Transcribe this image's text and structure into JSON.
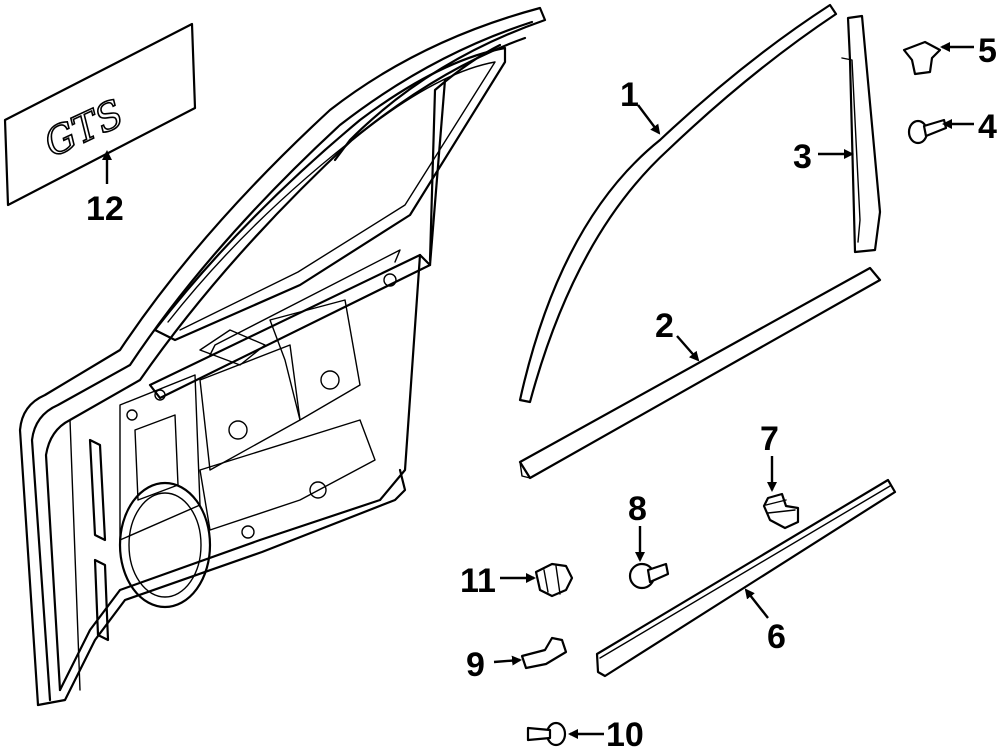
{
  "badge": {
    "text": "GTS"
  },
  "callouts": [
    {
      "id": "1",
      "label": "1"
    },
    {
      "id": "2",
      "label": "2"
    },
    {
      "id": "3",
      "label": "3"
    },
    {
      "id": "4",
      "label": "4"
    },
    {
      "id": "5",
      "label": "5"
    },
    {
      "id": "6",
      "label": "6"
    },
    {
      "id": "7",
      "label": "7"
    },
    {
      "id": "8",
      "label": "8"
    },
    {
      "id": "9",
      "label": "9"
    },
    {
      "id": "10",
      "label": "10"
    },
    {
      "id": "11",
      "label": "11"
    },
    {
      "id": "12",
      "label": "12"
    }
  ]
}
